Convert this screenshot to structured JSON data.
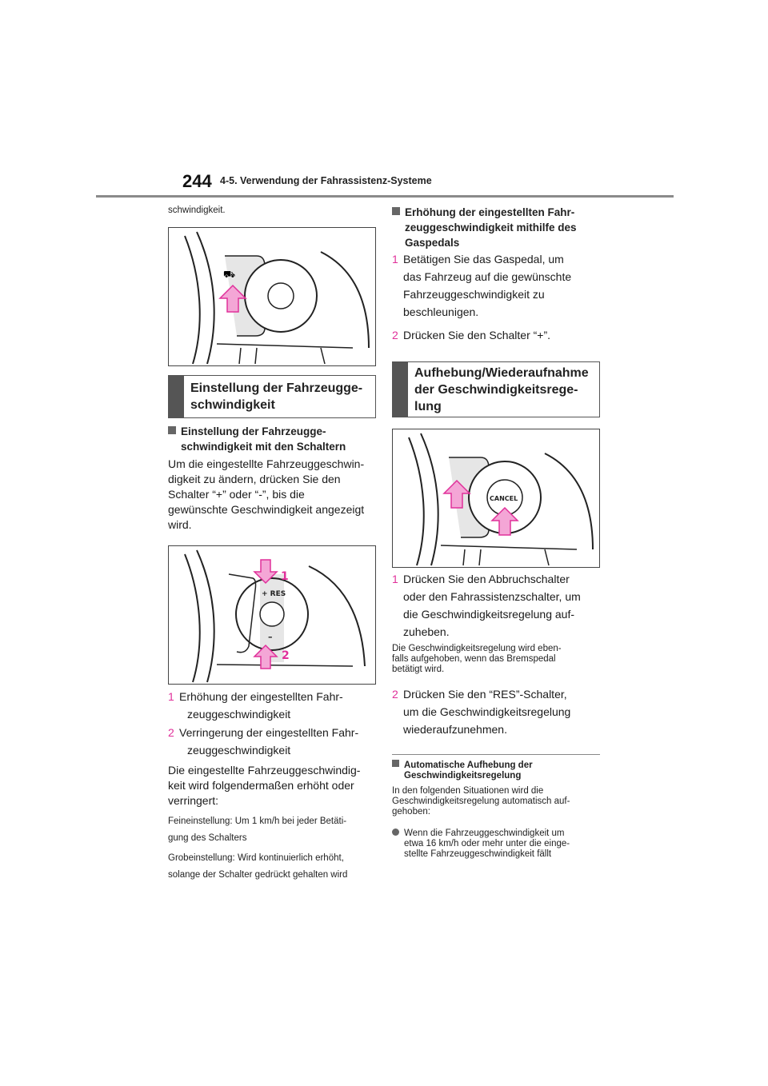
{
  "header": {
    "page_number": "244",
    "section": "4-5. Verwendung der Fahrassistenz-Systeme"
  },
  "left": {
    "continuation": "schwindigkeit.",
    "heading_box": "Einstellung der Fahrzeugge-\nschwindigkeit",
    "sub_heading_1": "Einstellung der Fahrzeugge-",
    "sub_heading_2": "schwindigkeit mit den Schaltern",
    "para_lines": [
      "Um die eingestellte Fahrzeuggeschwin-",
      "digkeit zu ändern, drücken Sie den",
      "Schalter “+” oder “-”, bis die",
      "gewünschte Geschwindigkeit angezeigt",
      "wird."
    ],
    "fig2_labels": {
      "plus_res": "+ RES",
      "minus": "–",
      "num1": "1",
      "num2": "2"
    },
    "steps": [
      {
        "num": "1",
        "lines": [
          "Erhöhung der eingestellten Fahr-",
          "zeuggeschwindigkeit"
        ]
      },
      {
        "num": "2",
        "lines": [
          "Verringerung der eingestellten Fahr-",
          "zeuggeschwindigkeit"
        ]
      }
    ],
    "para2_lines": [
      "Die eingestellte Fahrzeuggeschwindig-",
      "keit wird folgendermaßen erhöht oder",
      "verringert:"
    ],
    "small_lines": [
      "Feineinstellung: Um 1 km/h bei jeder Betäti-",
      "gung des Schalters",
      "Grobeinstellung: Wird kontinuierlich erhöht,",
      "solange der Schalter gedrückt gehalten wird"
    ]
  },
  "right": {
    "sub_heading_lines": [
      "Erhöhung der eingestellten Fahr-",
      "zeuggeschwindigkeit mithilfe des",
      "Gaspedals"
    ],
    "steps_a": [
      {
        "num": "1",
        "lines": [
          "Betätigen Sie das Gaspedal, um",
          "das Fahrzeug auf die gewünschte",
          "Fahrzeuggeschwindigkeit zu",
          "beschleunigen."
        ]
      },
      {
        "num": "2",
        "lines": [
          "Drücken Sie den Schalter “+”."
        ]
      }
    ],
    "heading_box_lines": [
      "Aufhebung/Wiederaufnahme",
      "der Geschwindigkeitsrege-",
      "lung"
    ],
    "fig3_label": "CANCEL",
    "steps_b1": {
      "num": "1",
      "lines": [
        "Drücken Sie den Abbruchschalter",
        "oder den Fahrassistenzschalter, um",
        "die Geschwindigkeitsregelung auf-",
        "zuheben."
      ]
    },
    "small_note_lines": [
      "Die Geschwindigkeitsregelung wird eben-",
      "falls aufgehoben, wenn das Bremspedal",
      "betätigt wird."
    ],
    "steps_b2": {
      "num": "2",
      "lines": [
        "Drücken Sie den “RES”-Schalter,",
        "um die Geschwindigkeitsregelung",
        "wiederaufzunehmen."
      ]
    },
    "note_heading_lines": [
      "Automatische Aufhebung der",
      "Geschwindigkeitsregelung"
    ],
    "note_text_lines": [
      "In den folgenden Situationen wird die",
      "Geschwindigkeitsregelung automatisch auf-",
      "gehoben:"
    ],
    "bullet_lines": [
      "Wenn die Fahrzeuggeschwindigkeit um",
      "etwa 16 km/h oder mehr unter die einge-",
      "stellte Fahrzeuggeschwindigkeit fällt"
    ]
  },
  "colors": {
    "accent_pink": "#e0309a",
    "heading_bar": "#555555",
    "rule": "#8a8a8a"
  }
}
